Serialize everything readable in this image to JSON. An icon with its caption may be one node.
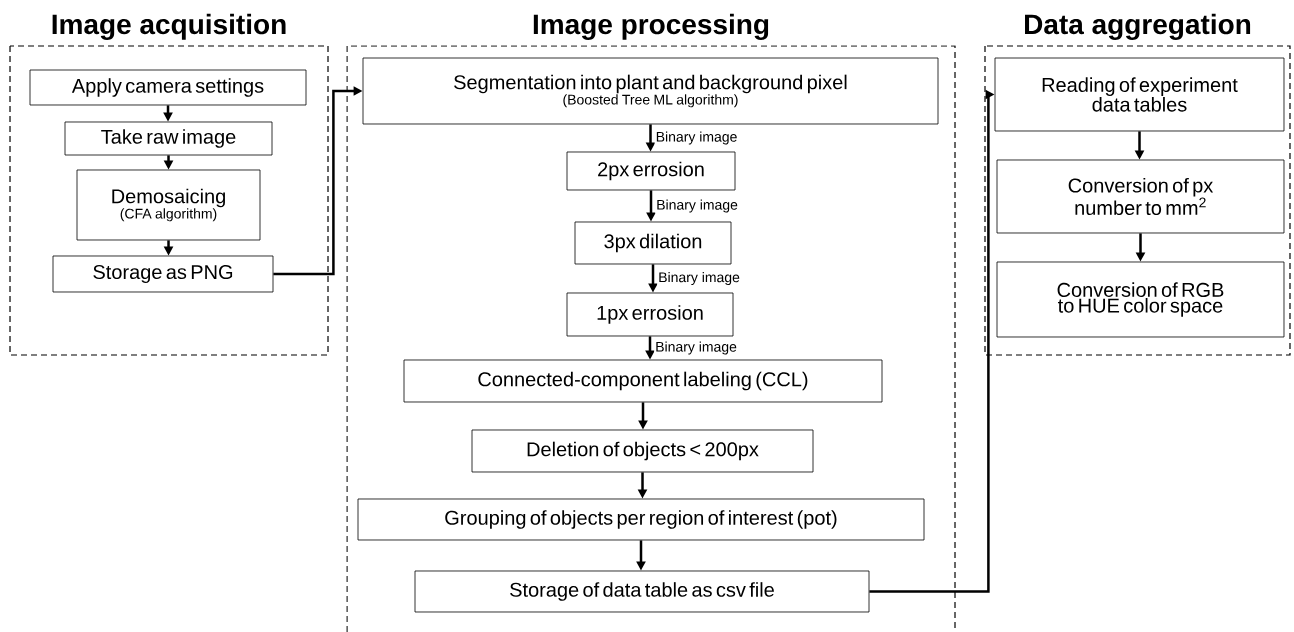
{
  "diagram": {
    "nodes": [
      {
        "text": [
          "Image acquisition"
        ]
      },
      {
        "text": [
          "Apply camera settings"
        ],
        "in": 0
      },
      {
        "text": [
          "Take raw image"
        ],
        "in": 0
      },
      {
        "text": [
          "Demosaicing",
          "(CFA algorithm)"
        ],
        "in": 0
      },
      {
        "text": [
          "Storage as PNG"
        ],
        "in": 0
      },
      {
        "text": [
          "Image processing"
        ]
      },
      {
        "text": [
          "Segmentation into plant and background pixel",
          "(Boosted Tree ML algorithm)"
        ],
        "in": 5
      },
      {
        "text": [
          "2px errosion"
        ],
        "in": 5
      },
      {
        "text": [
          "3px dilation"
        ],
        "in": 5
      },
      {
        "text": [
          "1px errosion"
        ],
        "in": 5
      },
      {
        "text": [
          "Connected-component labeling (CCL)"
        ],
        "in": 5
      },
      {
        "text": [
          "Deletion of objects < 200px"
        ],
        "in": 5
      },
      {
        "text": [
          "Grouping of objects per region of interest (pot)"
        ],
        "in": 5
      },
      {
        "text": [
          "Storage of data table as csv file"
        ],
        "in": 5
      },
      {
        "text": [
          "Data aggregation"
        ]
      },
      {
        "text": [
          "Reading of experiment data tables"
        ],
        "in": 14
      },
      {
        "text": [
          "Conversion of px number to mm$^{2}$"
        ],
        "in": 14
      },
      {
        "text": [
          "Conversion of RGB to HUE color space"
        ],
        "in": 14
      }
    ],
    "edges": [
      {
        "from": 1,
        "to": 2,
        "arrow": "to"
      },
      {
        "from": 2,
        "to": 3,
        "arrow": "to"
      },
      {
        "from": 3,
        "to": 4,
        "arrow": "to"
      },
      {
        "from": 4,
        "to": 6,
        "arrow": "to"
      },
      {
        "from": 6,
        "to": 7,
        "arrow": "to",
        "label": "Binary image"
      },
      {
        "from": 7,
        "to": 8,
        "arrow": "to",
        "label": "Binary image"
      },
      {
        "from": 8,
        "to": 9,
        "arrow": "to",
        "label": "Binary image"
      },
      {
        "from": 9,
        "to": 10,
        "arrow": "to",
        "label": "Binary image"
      },
      {
        "from": 10,
        "to": 11,
        "arrow": "to"
      },
      {
        "from": 11,
        "to": 12,
        "arrow": "to"
      },
      {
        "from": 12,
        "to": 13,
        "arrow": "to"
      },
      {
        "from": 13,
        "to": 15,
        "arrow": "to"
      },
      {
        "from": 15,
        "to": 16,
        "arrow": "to"
      },
      {
        "from": 16,
        "to": 17,
        "arrow": "to"
      }
    ]
  }
}
